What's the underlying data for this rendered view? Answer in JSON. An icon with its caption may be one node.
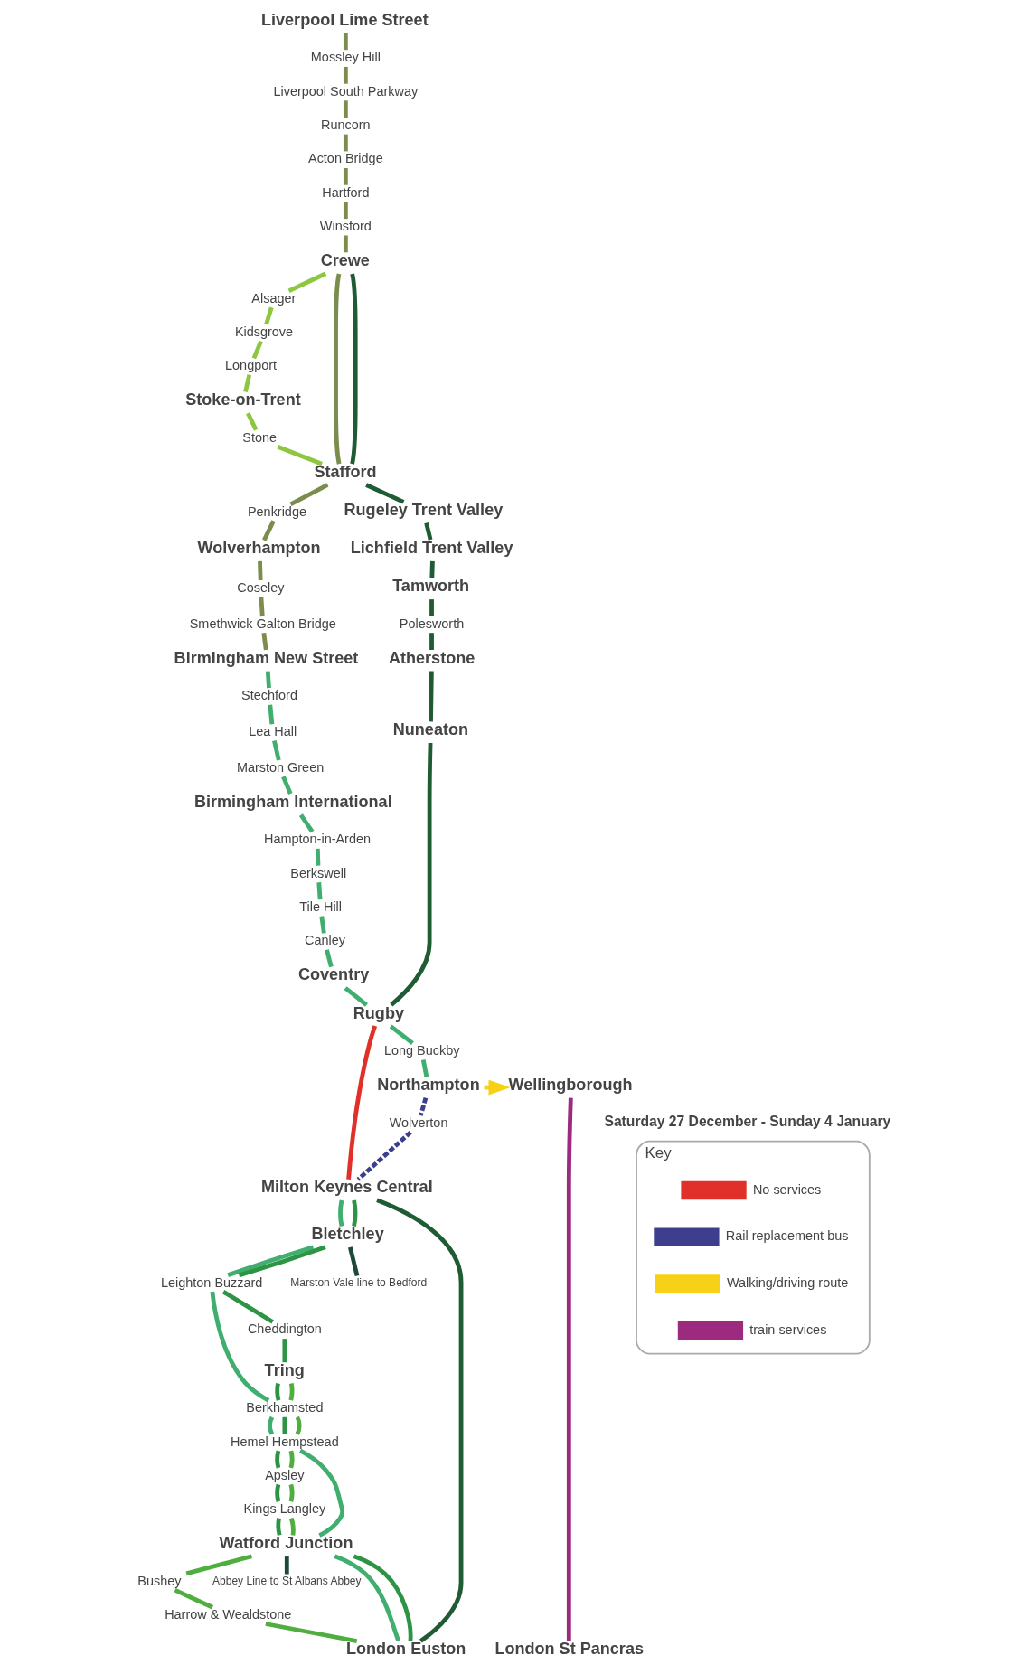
{
  "diagram": {
    "nodes": [
      {
        "text": [
          "Liverpool Lime Street"
        ]
      },
      {
        "text": [
          "Mossley Hill"
        ]
      },
      {
        "text": [
          "Liverpool South Parkway"
        ]
      },
      {
        "text": [
          "Runcorn"
        ]
      },
      {
        "text": [
          "Acton Bridge"
        ]
      },
      {
        "text": [
          "Hartford"
        ]
      },
      {
        "text": [
          "Winsford"
        ]
      },
      {
        "text": [
          "Crewe"
        ]
      },
      {
        "text": [
          "Alsager"
        ]
      },
      {
        "text": [
          "Kidsgrove"
        ]
      },
      {
        "text": [
          "Longport"
        ]
      },
      {
        "text": [
          "Stoke-on-Trent"
        ]
      },
      {
        "text": [
          "Stone"
        ]
      },
      {
        "text": [
          "Penkridge"
        ]
      },
      {
        "text": [
          "Stafford"
        ]
      },
      {
        "text": [
          "Rugeley Trent Valley"
        ]
      },
      {
        "text": [
          "Wolverhampton"
        ]
      },
      {
        "text": [
          "Coseley"
        ]
      },
      {
        "text": [
          "Lichfield Trent Valley"
        ]
      },
      {
        "text": [
          "Smethwick Galton Bridge"
        ]
      },
      {
        "text": [
          "Tamworth"
        ]
      },
      {
        "text": [
          "Birmingham New Street"
        ]
      },
      {
        "text": [
          "Stechford"
        ]
      },
      {
        "text": [
          "Polesworth"
        ]
      },
      {
        "text": [
          "Lea Hall"
        ]
      },
      {
        "text": [
          "Atherstone"
        ]
      },
      {
        "text": [
          "Marston Green"
        ]
      },
      {
        "text": [
          "Birmingham International"
        ]
      },
      {
        "text": [
          "Hampton-in-Arden"
        ]
      },
      {
        "text": [
          "Nuneaton"
        ]
      },
      {
        "text": [
          "Berkswell"
        ]
      },
      {
        "text": [
          "Tile Hill"
        ]
      },
      {
        "text": [
          "Canley"
        ]
      },
      {
        "text": [
          "Coventry"
        ]
      },
      {
        "text": [
          "Rugby"
        ]
      },
      {
        "text": [
          "Long Buckby"
        ]
      },
      {
        "text": [
          "Wellingborough"
        ]
      },
      {
        "text": [
          "Northampton"
        ]
      },
      {
        "text": [
          "Wolverton"
        ]
      },
      {
        "text": [
          "Milton Keynes Central"
        ]
      },
      {
        "text": [
          "Marston Vale line to Bedford"
        ]
      },
      {
        "text": [
          "Bletchley"
        ]
      },
      {
        "text": [
          "Leighton Buzzard"
        ]
      },
      {
        "text": [
          "Cheddington"
        ]
      },
      {
        "text": [
          "Tring"
        ]
      },
      {
        "text": [
          "Berkhamsted"
        ]
      },
      {
        "text": [
          "Hemel Hempstead"
        ]
      },
      {
        "text": [
          "Apsley"
        ]
      },
      {
        "text": [
          "Kings Langley"
        ]
      },
      {
        "text": [
          "Abbey Line to St Albans Abbey"
        ]
      },
      {
        "text": [
          "Watford Junction"
        ]
      },
      {
        "text": [
          "Bushey"
        ]
      },
      {
        "text": [
          "Harrow & Wealdstone"
        ]
      },
      {
        "text": [
          "London Euston"
        ]
      },
      {
        "text": [
          "London St Pancras"
        ]
      },
      {
        "text": [
          "Key"
        ]
      }
    ],
    "edges": [
      {
        "from": 0,
        "to": 1,
        "arrow": "none",
        "color": "#7b8d4c"
      },
      {
        "from": 1,
        "to": 2,
        "arrow": "none",
        "color": "#7b8d4c"
      },
      {
        "from": 2,
        "to": 3,
        "arrow": "none",
        "color": "#7b8d4c"
      },
      {
        "from": 3,
        "to": 4,
        "arrow": "none",
        "color": "#7b8d4c"
      },
      {
        "from": 4,
        "to": 5,
        "arrow": "none",
        "color": "#7b8d4c"
      },
      {
        "from": 5,
        "to": 6,
        "arrow": "none",
        "color": "#7b8d4c"
      },
      {
        "from": 6,
        "to": 7,
        "arrow": "none",
        "color": "#7b8d4c"
      },
      {
        "from": 7,
        "to": 14,
        "arrow": "none",
        "color": "#7b8d4c"
      },
      {
        "from": 14,
        "to": 13,
        "arrow": "none",
        "color": "#7b8d4c"
      },
      {
        "from": 13,
        "to": 16,
        "arrow": "none",
        "color": "#7b8d4c"
      },
      {
        "from": 16,
        "to": 17,
        "arrow": "none",
        "color": "#7b8d4c"
      },
      {
        "from": 17,
        "to": 19,
        "arrow": "none",
        "color": "#7b8d4c"
      },
      {
        "from": 19,
        "to": 21,
        "arrow": "none",
        "color": "#7b8d4c"
      },
      {
        "from": 7,
        "to": 8,
        "arrow": "none",
        "color": "#8dc63f"
      },
      {
        "from": 8,
        "to": 9,
        "arrow": "none",
        "color": "#8dc63f"
      },
      {
        "from": 9,
        "to": 10,
        "arrow": "none",
        "color": "#8dc63f"
      },
      {
        "from": 10,
        "to": 11,
        "arrow": "none",
        "color": "#8dc63f"
      },
      {
        "from": 11,
        "to": 12,
        "arrow": "none",
        "color": "#8dc63f"
      },
      {
        "from": 12,
        "to": 14,
        "arrow": "none",
        "color": "#8dc63f"
      },
      {
        "from": 7,
        "to": 14,
        "arrow": "none",
        "color": "#1f5c33"
      },
      {
        "from": 14,
        "to": 15,
        "arrow": "none",
        "color": "#1f5c33"
      },
      {
        "from": 15,
        "to": 18,
        "arrow": "none",
        "color": "#1f5c33"
      },
      {
        "from": 18,
        "to": 20,
        "arrow": "none",
        "color": "#1f5c33"
      },
      {
        "from": 20,
        "to": 23,
        "arrow": "none",
        "color": "#1f5c33"
      },
      {
        "from": 23,
        "to": 25,
        "arrow": "none",
        "color": "#1f5c33"
      },
      {
        "from": 25,
        "to": 29,
        "arrow": "none",
        "color": "#1f5c33"
      },
      {
        "from": 29,
        "to": 34,
        "arrow": "none",
        "color": "#1f5c33"
      },
      {
        "from": 34,
        "to": 39,
        "arrow": "none",
        "color": "#e1302a"
      },
      {
        "from": 21,
        "to": 22,
        "arrow": "none",
        "color": "#3fae6e"
      },
      {
        "from": 22,
        "to": 24,
        "arrow": "none",
        "color": "#3fae6e"
      },
      {
        "from": 24,
        "to": 26,
        "arrow": "none",
        "color": "#3fae6e"
      },
      {
        "from": 26,
        "to": 27,
        "arrow": "none",
        "color": "#3fae6e"
      },
      {
        "from": 27,
        "to": 28,
        "arrow": "none",
        "color": "#3fae6e"
      },
      {
        "from": 28,
        "to": 30,
        "arrow": "none",
        "color": "#3fae6e"
      },
      {
        "from": 30,
        "to": 31,
        "arrow": "none",
        "color": "#3fae6e"
      },
      {
        "from": 31,
        "to": 32,
        "arrow": "none",
        "color": "#3fae6e"
      },
      {
        "from": 32,
        "to": 33,
        "arrow": "none",
        "color": "#3fae6e"
      },
      {
        "from": 33,
        "to": 34,
        "arrow": "none",
        "color": "#3fae6e"
      },
      {
        "from": 34,
        "to": 35,
        "arrow": "none",
        "color": "#3fae6e"
      },
      {
        "from": 35,
        "to": 37,
        "arrow": "none",
        "color": "#3fae6e"
      },
      {
        "from": 37,
        "to": 38,
        "arrow": "none",
        "style": "dashed",
        "color": "#3d3f8e"
      },
      {
        "from": 38,
        "to": 39,
        "arrow": "none",
        "style": "dashed",
        "color": "#3d3f8e"
      },
      {
        "from": 37,
        "to": 36,
        "arrow": "to",
        "style": "dashed",
        "color": "#f7d117"
      },
      {
        "from": 36,
        "to": 54,
        "arrow": "none",
        "color": "#9c2a7f"
      },
      {
        "from": 39,
        "to": 53,
        "arrow": "none",
        "color": "#1f5c33"
      },
      {
        "from": 39,
        "to": 41,
        "arrow": "none",
        "color": "#3fae6e"
      },
      {
        "from": 41,
        "to": 42,
        "arrow": "none",
        "color": "#3fae6e"
      },
      {
        "from": 42,
        "to": 45,
        "arrow": "none",
        "color": "#3fae6e"
      },
      {
        "from": 45,
        "to": 46,
        "arrow": "none",
        "color": "#3fae6e"
      },
      {
        "from": 46,
        "to": 50,
        "arrow": "none",
        "color": "#3fae6e"
      },
      {
        "from": 50,
        "to": 53,
        "arrow": "none",
        "color": "#3fae6e"
      },
      {
        "from": 39,
        "to": 41,
        "arrow": "none",
        "color": "#2e9445"
      },
      {
        "from": 41,
        "to": 42,
        "arrow": "none",
        "color": "#2e9445"
      },
      {
        "from": 42,
        "to": 43,
        "arrow": "none",
        "color": "#2e9445"
      },
      {
        "from": 43,
        "to": 44,
        "arrow": "none",
        "color": "#2e9445"
      },
      {
        "from": 44,
        "to": 45,
        "arrow": "none",
        "color": "#2e9445"
      },
      {
        "from": 45,
        "to": 46,
        "arrow": "none",
        "color": "#2e9445"
      },
      {
        "from": 46,
        "to": 47,
        "arrow": "none",
        "color": "#2e9445"
      },
      {
        "from": 47,
        "to": 48,
        "arrow": "none",
        "color": "#2e9445"
      },
      {
        "from": 48,
        "to": 50,
        "arrow": "none",
        "color": "#2e9445"
      },
      {
        "from": 50,
        "to": 53,
        "arrow": "none",
        "color": "#2e9445"
      },
      {
        "from": 44,
        "to": 45,
        "arrow": "none",
        "color": "#4fae3e"
      },
      {
        "from": 45,
        "to": 46,
        "arrow": "none",
        "color": "#4fae3e"
      },
      {
        "from": 46,
        "to": 47,
        "arrow": "none",
        "color": "#4fae3e"
      },
      {
        "from": 47,
        "to": 48,
        "arrow": "none",
        "color": "#4fae3e"
      },
      {
        "from": 48,
        "to": 50,
        "arrow": "none",
        "color": "#4fae3e"
      },
      {
        "from": 50,
        "to": 51,
        "arrow": "none",
        "color": "#4fae3e"
      },
      {
        "from": 51,
        "to": 52,
        "arrow": "none",
        "color": "#4fae3e"
      },
      {
        "from": 52,
        "to": 53,
        "arrow": "none",
        "color": "#4fae3e"
      },
      {
        "from": 41,
        "to": 40,
        "arrow": "none",
        "color": "#1d4a38"
      },
      {
        "from": 50,
        "to": 49,
        "arrow": "none",
        "color": "#1d4a38"
      }
    ],
    "labels": [
      "Saturday 27 December - Sunday 4 January"
    ],
    "legend": [
      {
        "text": "No services",
        "color": "#e1302a"
      },
      {
        "text": "Rail replacement bus",
        "color": "#3d3f8e"
      },
      {
        "text": "Walking/driving route",
        "color": "#f7d117"
      },
      {
        "text": "train services",
        "color": "#9c2a7f"
      }
    ]
  }
}
